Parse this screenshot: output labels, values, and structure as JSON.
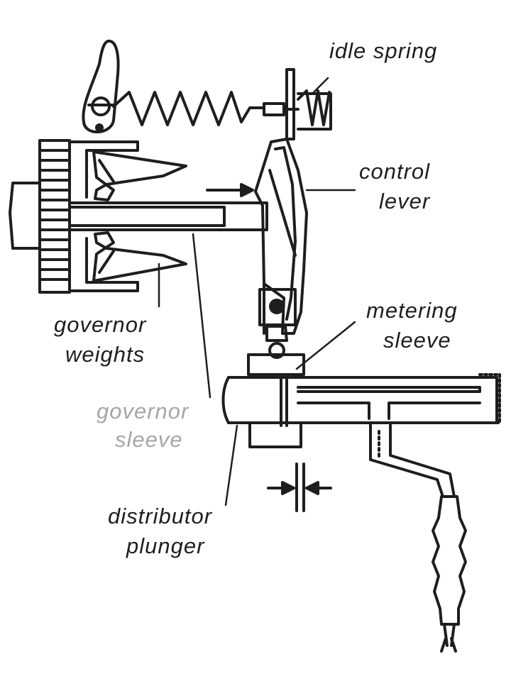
{
  "labels": {
    "idle_spring": "idle spring",
    "control_lever": [
      "control",
      "lever"
    ],
    "metering_sleeve": [
      "metering",
      "sleeve"
    ],
    "governor_weights": [
      "governor",
      "weights"
    ],
    "governor_sleeve": [
      "governor",
      "sleeve"
    ],
    "distributor_plunger": [
      "distributor",
      "plunger"
    ]
  },
  "colors": {
    "ink": "#1e1e1e",
    "faded_label": "#a6a6a6",
    "background": "#ffffff"
  }
}
